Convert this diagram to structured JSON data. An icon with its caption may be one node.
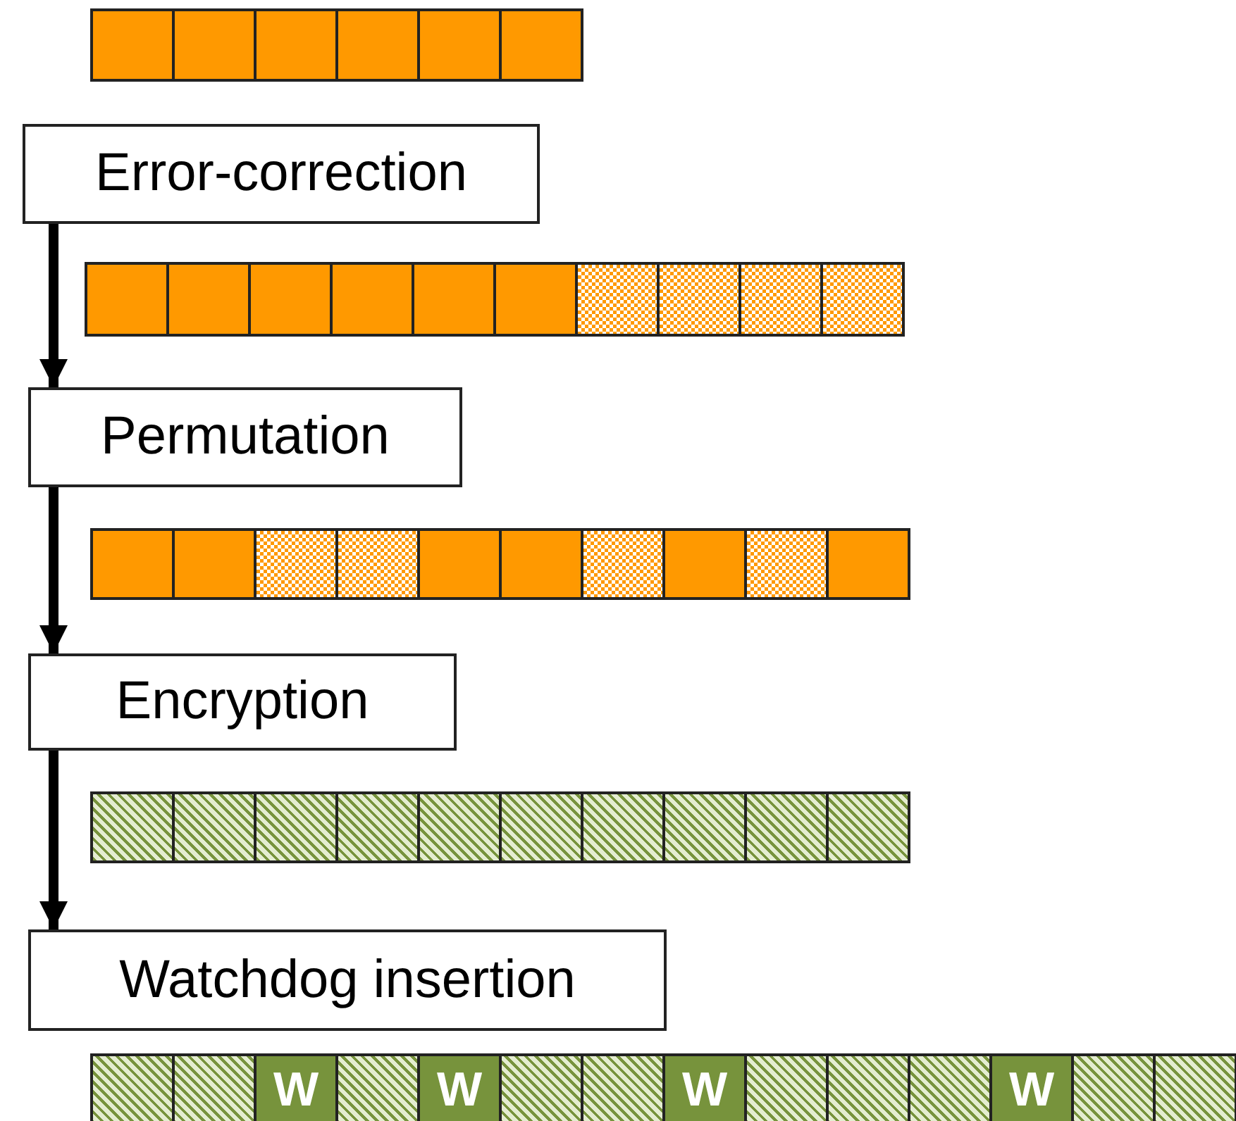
{
  "diagram": {
    "nodes": [
      {
        "text": [],
        "shape": "bar"
      },
      {
        "text": [
          "Error-correction"
        ]
      },
      {
        "text": [],
        "shape": "bar"
      },
      {
        "text": [
          "Permutation"
        ]
      },
      {
        "text": [],
        "shape": "bar"
      },
      {
        "text": [
          "Encryption"
        ]
      },
      {
        "text": [],
        "shape": "bar"
      },
      {
        "text": [
          "Watchdog insertion"
        ]
      },
      {
        "text": [],
        "shape": "bar"
      },
      {
        "text": [
          "W"
        ],
        "in": 8
      },
      {
        "text": [
          "W"
        ],
        "in": 8
      },
      {
        "text": [
          "W"
        ],
        "in": 8
      },
      {
        "text": [
          "W"
        ],
        "in": 8
      }
    ],
    "edges": [
      {
        "from": 1,
        "to": 3,
        "arrow": "to"
      },
      {
        "from": 3,
        "to": 5,
        "arrow": "to"
      },
      {
        "from": 5,
        "to": 7,
        "arrow": "to"
      }
    ]
  }
}
